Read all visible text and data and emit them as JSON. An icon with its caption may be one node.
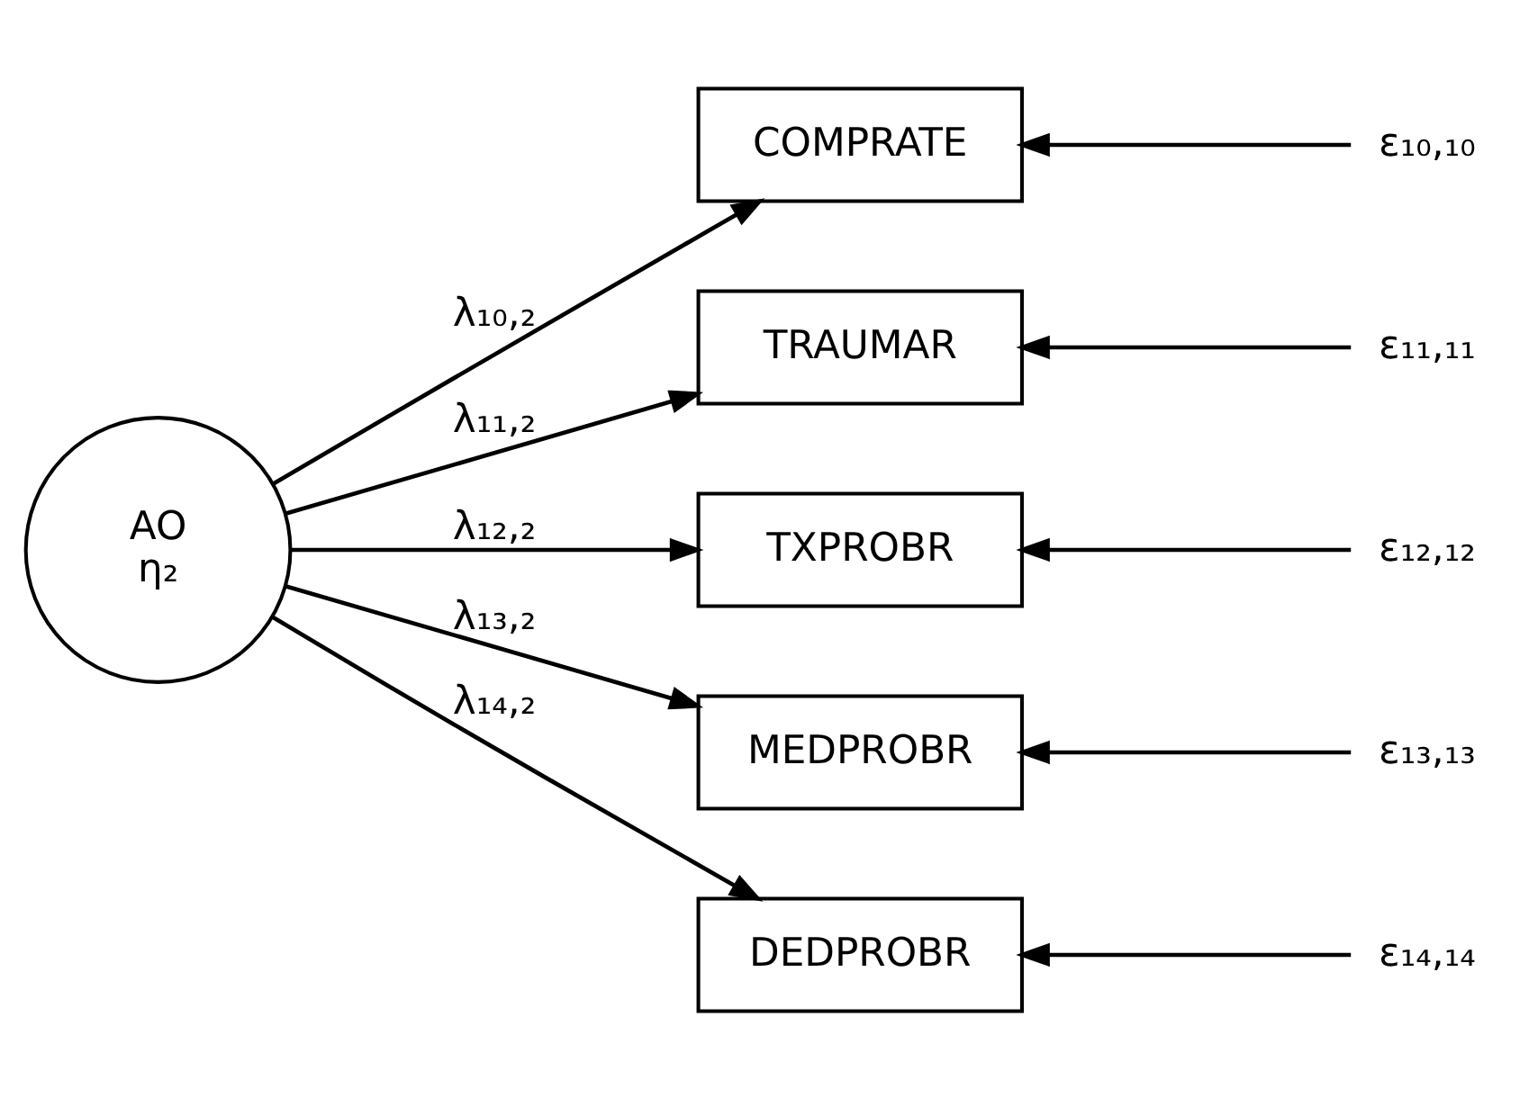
{
  "diagram": {
    "nodes": [
      {
        "text": [
          "AO",
          "η₂"
        ]
      },
      {
        "text": [
          "COMPRATE"
        ]
      },
      {
        "text": [
          "TRAUMAR"
        ]
      },
      {
        "text": [
          "TXPROBR"
        ]
      },
      {
        "text": [
          "MEDPROBR"
        ]
      },
      {
        "text": [
          "DEDPROBR"
        ]
      },
      {
        "text": [
          "ε₁₀,₁₀"
        ]
      },
      {
        "text": [
          "ε₁₁,₁₁"
        ]
      },
      {
        "text": [
          "ε₁₂,₁₂"
        ]
      },
      {
        "text": [
          "ε₁₃,₁₃"
        ]
      },
      {
        "text": [
          "ε₁₄,₁₄"
        ]
      }
    ],
    "edges": [
      {
        "from": 0,
        "to": 1,
        "arrow": "to",
        "label": "λ₁₀,₂"
      },
      {
        "from": 0,
        "to": 2,
        "arrow": "to",
        "label": "λ₁₁,₂"
      },
      {
        "from": 0,
        "to": 3,
        "arrow": "to",
        "label": "λ₁₂,₂"
      },
      {
        "from": 0,
        "to": 4,
        "arrow": "to",
        "label": "λ₁₃,₂"
      },
      {
        "from": 0,
        "to": 5,
        "arrow": "to",
        "label": "λ₁₄,₂"
      },
      {
        "from": 6,
        "to": 1,
        "arrow": "to"
      },
      {
        "from": 7,
        "to": 2,
        "arrow": "to"
      },
      {
        "from": 8,
        "to": 3,
        "arrow": "to"
      },
      {
        "from": 9,
        "to": 4,
        "arrow": "to"
      },
      {
        "from": 10,
        "to": 5,
        "arrow": "to"
      }
    ]
  }
}
